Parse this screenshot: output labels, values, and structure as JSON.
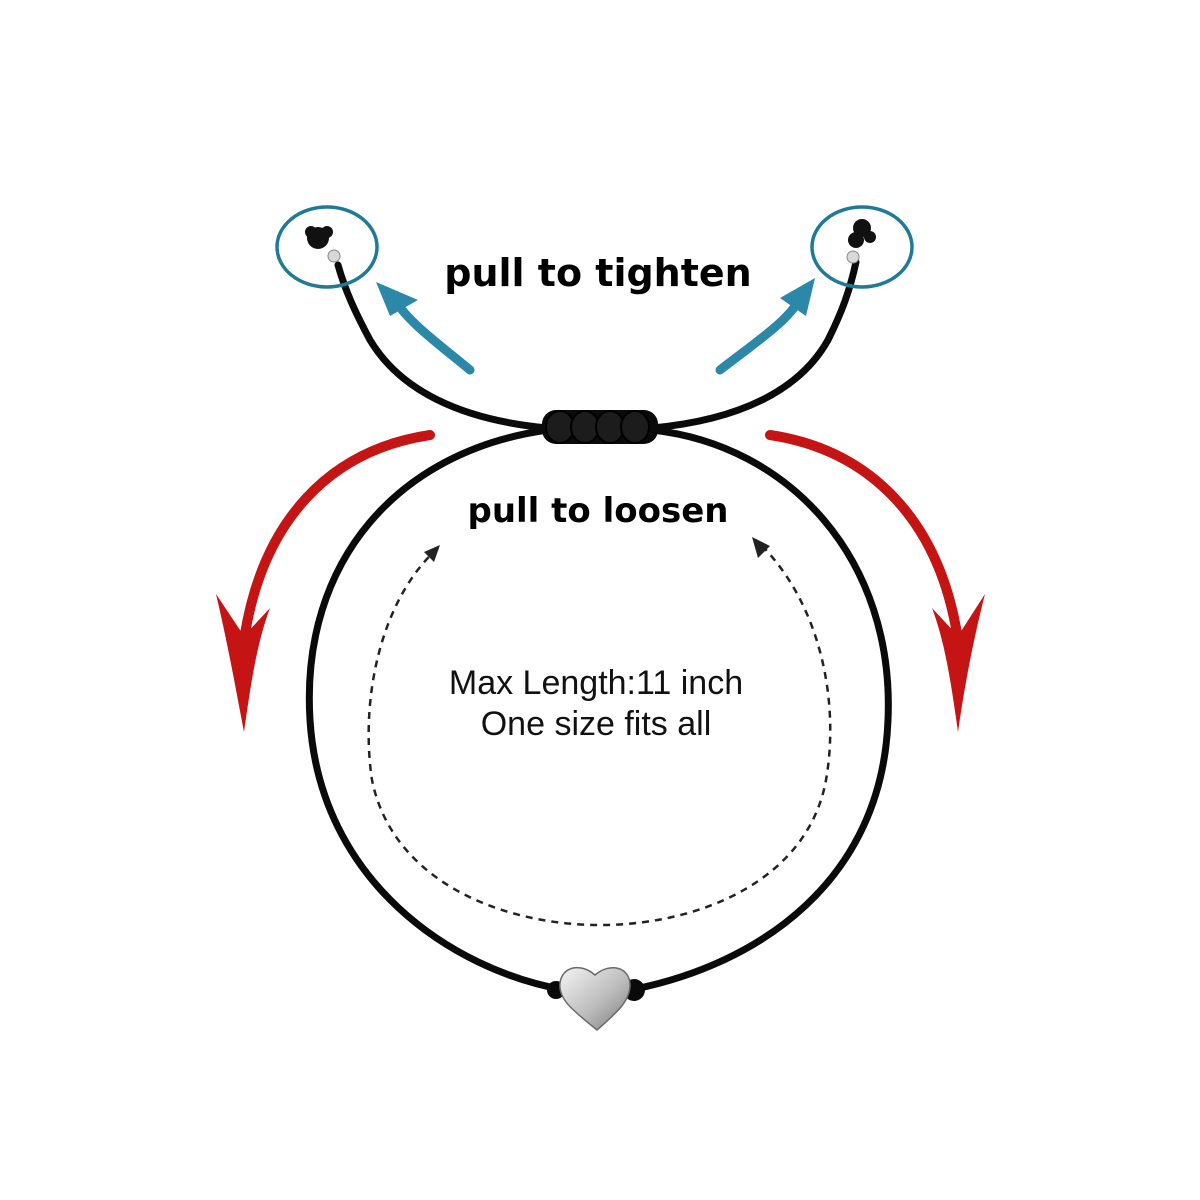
{
  "labels": {
    "tighten": "pull to tighten",
    "loosen": "pull to loosen",
    "max_length": "Max Length:11 inch",
    "one_size": "One size fits all"
  },
  "colors": {
    "cord": "#0a0a0a",
    "tighten_arrow": "#2b88a8",
    "loosen_arrow": "#c41414",
    "circle_outline": "#1f7a96",
    "dashed_arrow": "#222222",
    "heart_charm": "#cfcfcf"
  },
  "icons": {
    "tighten": "curved-arrow-up-icon",
    "loosen": "curved-arrow-down-icon",
    "size": "dashed-circular-arrow-icon",
    "charm": "heart-icon"
  }
}
